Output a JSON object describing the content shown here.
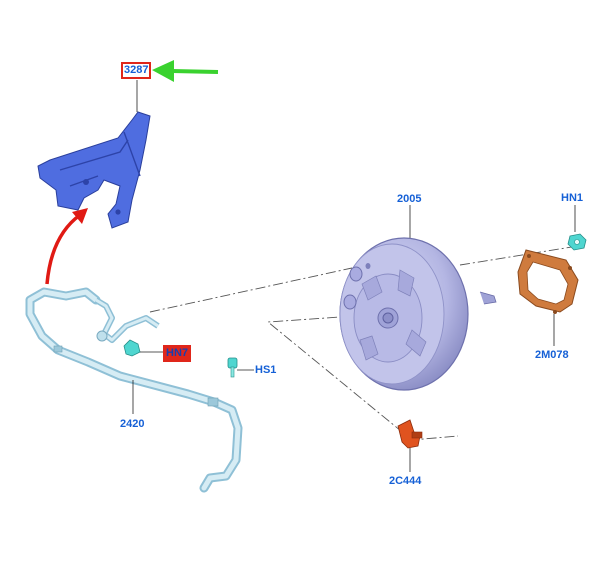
{
  "labels": {
    "bracket": "3287",
    "booster": "2005",
    "nut": "HN1",
    "gasket": "2M078",
    "hose": "2420",
    "clamp_hidden": "HN7",
    "screw": "HS1",
    "valve": "2C444"
  },
  "colors": {
    "label_text": "#1560d6",
    "highlight_box": "#e0261a",
    "pointer_arrow": "#3ad22f",
    "curved_arrow": "#e01a14",
    "bracket": "#4f6de0",
    "booster": "#bcbde6",
    "hose": "#b7dbe8",
    "gasket": "#cf7b3e",
    "valve": "#e0531f",
    "fastener": "#4fd6d0"
  }
}
